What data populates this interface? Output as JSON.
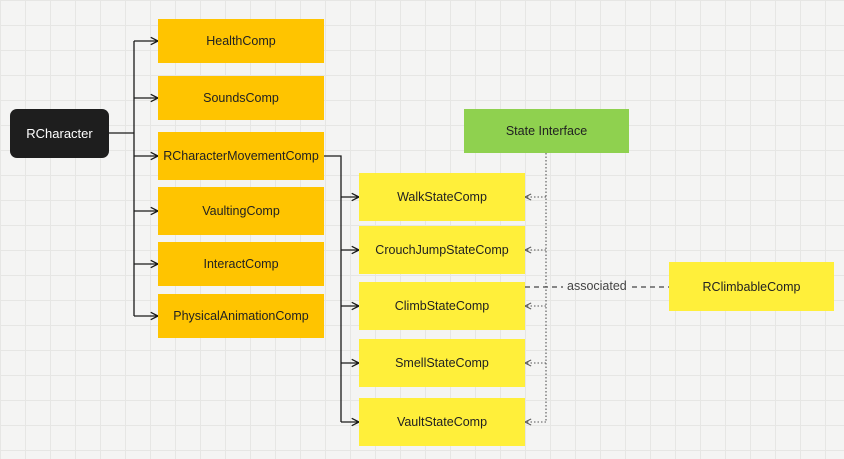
{
  "diagram": {
    "root": {
      "label": "RCharacter"
    },
    "components": [
      {
        "id": "health",
        "label": "HealthComp"
      },
      {
        "id": "sounds",
        "label": "SoundsComp"
      },
      {
        "id": "movement",
        "label": "RCharacterMovementComp"
      },
      {
        "id": "vaulting",
        "label": "VaultingComp"
      },
      {
        "id": "interact",
        "label": "InteractComp"
      },
      {
        "id": "physanim",
        "label": "PhysicalAnimationComp"
      }
    ],
    "interface": {
      "label": "State Interface"
    },
    "states": [
      {
        "id": "walk",
        "label": "WalkStateComp"
      },
      {
        "id": "crouch",
        "label": "CrouchJumpStateComp"
      },
      {
        "id": "climb",
        "label": "ClimbStateComp"
      },
      {
        "id": "smell",
        "label": "SmellStateComp"
      },
      {
        "id": "vault",
        "label": "VaultStateComp"
      }
    ],
    "external": {
      "label": "RClimbableComp"
    },
    "association": {
      "label": "associated"
    },
    "colors": {
      "root": "#1e1e1e",
      "component": "#ffc400",
      "state": "#ffef3a",
      "interface": "#8fd14f",
      "line": "#1a1a1a"
    }
  }
}
